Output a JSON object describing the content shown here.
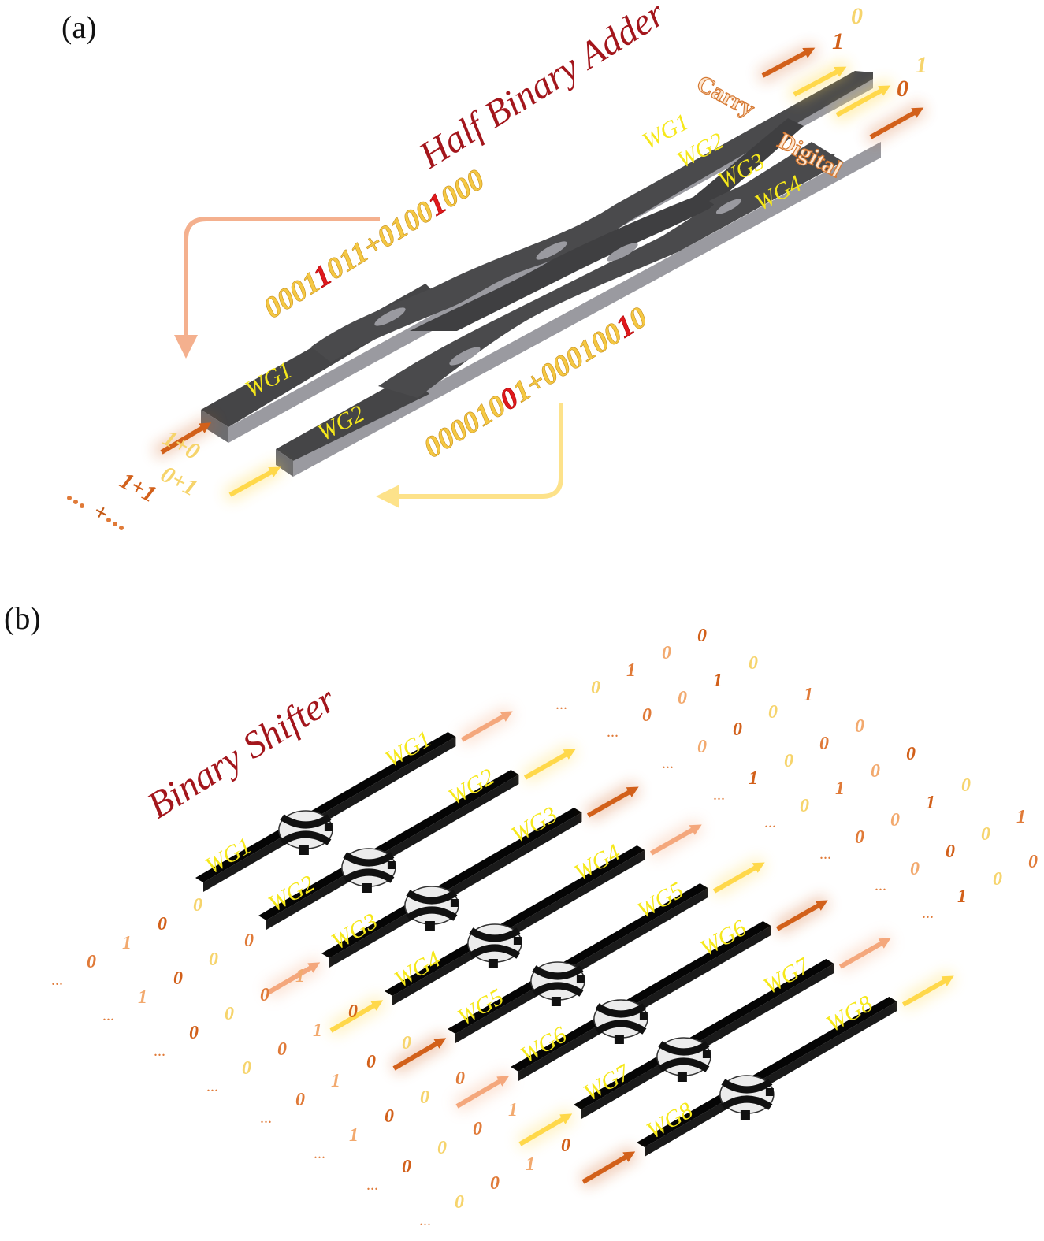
{
  "panel_a": {
    "label": "(a)",
    "title": "Half Binary Adder",
    "waveguide_labels": {
      "in1": "WG1",
      "in2": "WG2",
      "out1": "WG1",
      "out2": "WG2",
      "out3": "WG3",
      "out4": "WG4"
    },
    "sequence_top": {
      "prefix": "0001",
      "highlight": "1",
      "suffix": "011+0100",
      "highlight2": "1",
      "suffix2": "000"
    },
    "sequence_bottom": {
      "prefix": "000010",
      "highlight": "0",
      "suffix": "1+000100",
      "highlight2": "1",
      "suffix2": "0"
    },
    "carry_label": "Carry",
    "digital_label": "Digital",
    "inputs": [
      "1+0",
      "0+1",
      "1+1",
      "+"
    ],
    "outputs": [
      "1",
      "0",
      "0",
      "1"
    ],
    "colors": {
      "orange": "#d2601a",
      "yellow": "#ffd84a",
      "peach": "#f4a77c",
      "red": "#e0181c",
      "waveguide": "#4a4a4c"
    }
  },
  "panel_b": {
    "label": "(b)",
    "title": "Binary Shifter",
    "left_labels": [
      "WG1",
      "WG2",
      "WG3",
      "WG4",
      "WG5",
      "WG6",
      "WG7",
      "WG8"
    ],
    "right_labels": [
      "WG1",
      "WG2",
      "WG3",
      "WG4",
      "WG5",
      "WG6",
      "WG7",
      "WG8"
    ],
    "ellipsis": "..."
  }
}
